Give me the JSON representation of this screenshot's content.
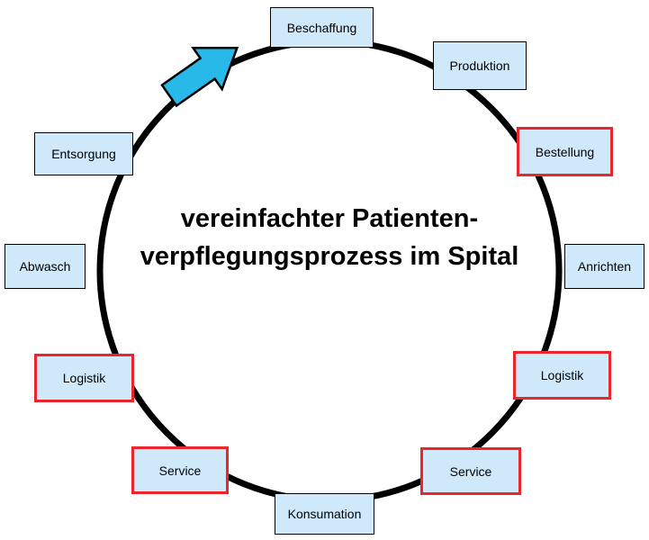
{
  "diagram": {
    "title_line1": "vereinfachter Patienten-",
    "title_line2": "verpflegungsprozess im Spital",
    "nodes": [
      {
        "label": "Beschaffung",
        "highlight": false
      },
      {
        "label": "Produktion",
        "highlight": false
      },
      {
        "label": "Bestellung",
        "highlight": true
      },
      {
        "label": "Anrichten",
        "highlight": false
      },
      {
        "label": "Logistik",
        "highlight": true
      },
      {
        "label": "Service",
        "highlight": true
      },
      {
        "label": "Konsumation",
        "highlight": false
      },
      {
        "label": "Service",
        "highlight": true
      },
      {
        "label": "Logistik",
        "highlight": true
      },
      {
        "label": "Abwasch",
        "highlight": false
      },
      {
        "label": "Entsorgung",
        "highlight": false
      }
    ],
    "arrow_icon": "clockwise-arrow",
    "colors": {
      "box_fill": "#cfe9fa",
      "box_border": "#000000",
      "highlight_border": "#e8262c",
      "arrow_fill": "#29b9e8",
      "circle_stroke": "#000000"
    }
  }
}
